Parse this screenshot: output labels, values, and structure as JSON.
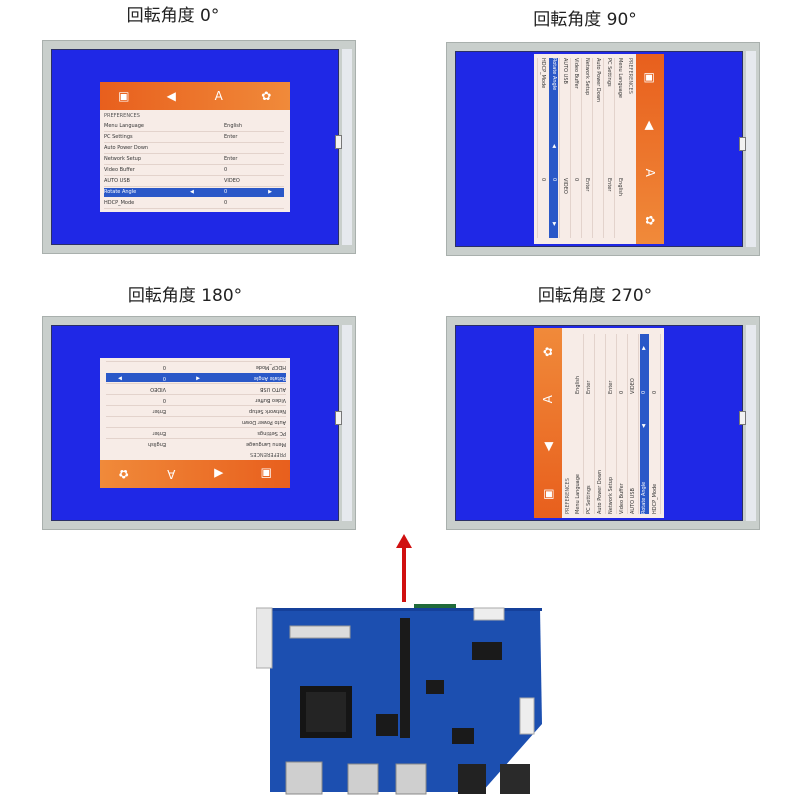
{
  "captions": [
    "回転角度 0°",
    "回転角度 90°",
    "回転角度 180°",
    "回転角度 270°"
  ],
  "menu": {
    "section": "PREFERENCES",
    "icons": [
      "picture-icon",
      "speaker-icon",
      "text-size-icon",
      "gear-icon"
    ],
    "rows": [
      {
        "label": "Menu Language",
        "value": "English"
      },
      {
        "label": "PC Settings",
        "value": "Enter"
      },
      {
        "label": "Auto Power Down",
        "value": ""
      },
      {
        "label": "Network Setup",
        "value": "Enter"
      },
      {
        "label": "Video Buffer",
        "value": "0"
      },
      {
        "label": "AUTO USB",
        "value": "VIDEO"
      },
      {
        "label": "Rotate Angle",
        "value": "0",
        "selected": true
      },
      {
        "label": "HDCP_Mode",
        "value": "0"
      }
    ]
  },
  "colors": {
    "screen": "#1f28e6",
    "menu_bar": "#e85f1d",
    "menu_body": "#f7ece7",
    "selection": "#2a58c8",
    "arrow": "#d01010",
    "pcb": "#1c4fb0"
  }
}
